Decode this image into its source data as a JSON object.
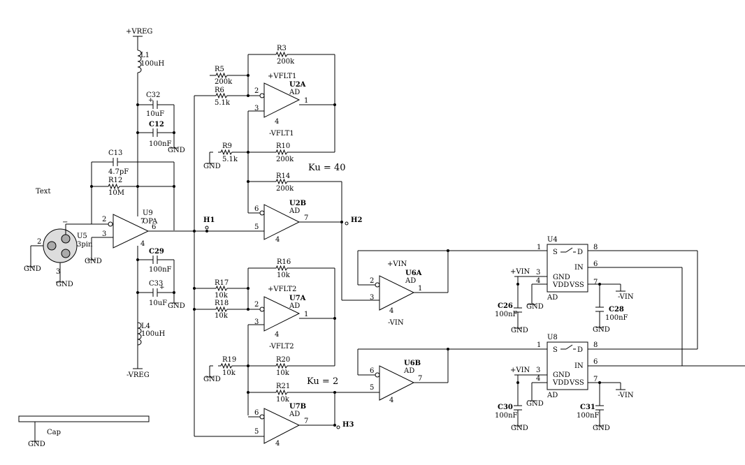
{
  "labels": {
    "text_note": "Text",
    "cap_note": "Cap",
    "ku40": "Ku = 40",
    "ku2": "Ku = 2"
  },
  "nets": {
    "vreg_pos": "+VREG",
    "vreg_neg": "-VREG",
    "gnd": "GND",
    "vflt1_pos": "+VFLT1",
    "vflt1_neg": "-VFLT1",
    "vflt2_pos": "+VFLT2",
    "vflt2_neg": "-VFLT2",
    "vin_pos": "+VIN",
    "vin_neg": "-VIN",
    "h1": "H1",
    "h2": "H2",
    "h3": "H3"
  },
  "components": {
    "L1": {
      "ref": "L1",
      "value": "100uH"
    },
    "L4": {
      "ref": "L4",
      "value": "100uH"
    },
    "C32": {
      "ref": "C32",
      "value": "10uF"
    },
    "C12": {
      "ref": "C12",
      "value": "100nF"
    },
    "C13": {
      "ref": "C13",
      "value": "4.7pF"
    },
    "R12": {
      "ref": "R12",
      "value": "10M"
    },
    "C29": {
      "ref": "C29",
      "value": "100nF"
    },
    "C33": {
      "ref": "C33",
      "value": "10uF"
    },
    "U9": {
      "ref": "U9",
      "value": "OPA"
    },
    "U5": {
      "ref": "U5",
      "value": "3pin"
    },
    "R3": {
      "ref": "R3",
      "value": "200k"
    },
    "R5": {
      "ref": "R5",
      "value": "200k"
    },
    "R6": {
      "ref": "R6",
      "value": "5.1k"
    },
    "R9": {
      "ref": "R9",
      "value": "5.1k"
    },
    "R10": {
      "ref": "R10",
      "value": "200k"
    },
    "R14": {
      "ref": "R14",
      "value": "200k"
    },
    "U2A": {
      "ref": "U2A",
      "value": "AD"
    },
    "U2B": {
      "ref": "U2B",
      "value": "AD"
    },
    "R16": {
      "ref": "R16",
      "value": "10k"
    },
    "R17": {
      "ref": "R17",
      "value": "10k"
    },
    "R18": {
      "ref": "R18",
      "value": "10k"
    },
    "R19": {
      "ref": "R19",
      "value": "10k"
    },
    "R20": {
      "ref": "R20",
      "value": "10k"
    },
    "R21": {
      "ref": "R21",
      "value": "10k"
    },
    "U7A": {
      "ref": "U7A",
      "value": "AD"
    },
    "U7B": {
      "ref": "U7B",
      "value": "AD"
    },
    "U6A": {
      "ref": "U6A",
      "value": "AD"
    },
    "U6B": {
      "ref": "U6B",
      "value": "AD"
    },
    "U4": {
      "ref": "U4",
      "value": "AD"
    },
    "U8": {
      "ref": "U8",
      "value": "AD"
    },
    "C26": {
      "ref": "C26",
      "value": "100nF"
    },
    "C28": {
      "ref": "C28",
      "value": "100nF"
    },
    "C30": {
      "ref": "C30",
      "value": "100nF"
    },
    "C31": {
      "ref": "C31",
      "value": "100nF"
    }
  },
  "switch_labels": {
    "s": "S",
    "d": "D",
    "in": "IN",
    "gnd": "GND",
    "vdd": "VDD",
    "vss": "VSS"
  },
  "pins": {
    "p1": "1",
    "p2": "2",
    "p3": "3",
    "p4": "4",
    "p5": "5",
    "p6": "6",
    "p7": "7",
    "p8": "8",
    "minus": "−",
    "plus": "+"
  }
}
